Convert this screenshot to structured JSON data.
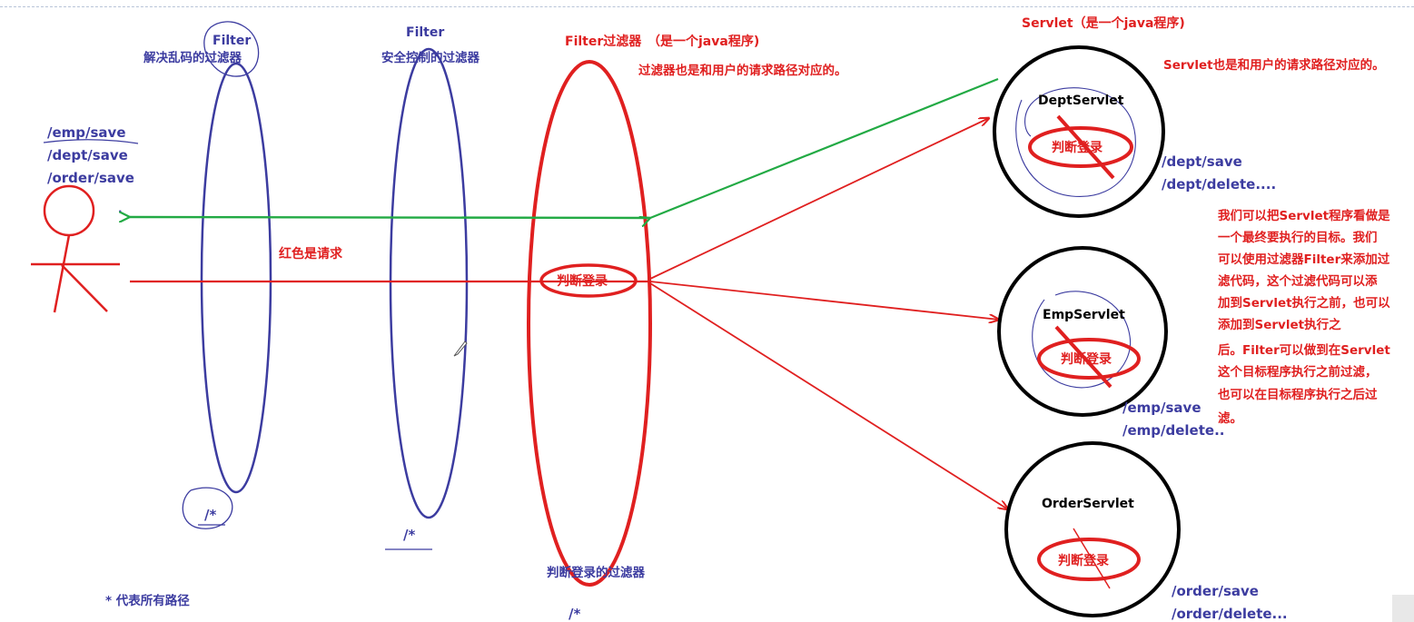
{
  "user": {
    "paths": [
      "/emp/save",
      "/dept/save",
      "/order/save"
    ]
  },
  "filters": {
    "encoding": {
      "title": "Filter",
      "subtitle": "解决乱码的过滤器",
      "path": "/*"
    },
    "security": {
      "title": "Filter",
      "subtitle": "安全控制的过滤器",
      "path": "/*"
    },
    "login": {
      "heading": "Filter过滤器",
      "heading_note": "（是一个java程序)",
      "desc": "过滤器也是和用户的请求路径对应的。",
      "check": "判断登录",
      "name": "判断登录的过滤器",
      "path": "/*"
    }
  },
  "request_note": "红色是请求",
  "wildcard_note": "* 代表所有路径",
  "servlet_heading": "Servlet（是一个java程序)",
  "servlet_desc": "Servlet也是和用户的请求路径对应的。",
  "servlets": [
    {
      "name": "DeptServlet",
      "check": "判断登录",
      "paths": [
        "/dept/save",
        "/dept/delete...."
      ]
    },
    {
      "name": "EmpServlet",
      "check": "判断登录",
      "paths": [
        "/emp/save",
        "/emp/delete.."
      ]
    },
    {
      "name": "OrderServlet",
      "check": "判断登录",
      "paths": [
        "/order/save",
        "/order/delete..."
      ]
    }
  ],
  "explanation": [
    "我们可以把Servlet程序看做是",
    "一个最终要执行的目标。我们",
    "可以使用过滤器Filter来添加过",
    "滤代码，这个过滤代码可以添",
    "加到Servlet执行之前，也可以",
    "添加到Servlet执行之",
    "后。Filter可以做到在Servlet",
    "这个目标程序执行之前过滤，",
    "也可以在目标程序执行之后过",
    "滤。"
  ],
  "colors": {
    "blue": "#3c3ca0",
    "red": "#e02020",
    "green": "#22aa44",
    "black": "#000000"
  }
}
